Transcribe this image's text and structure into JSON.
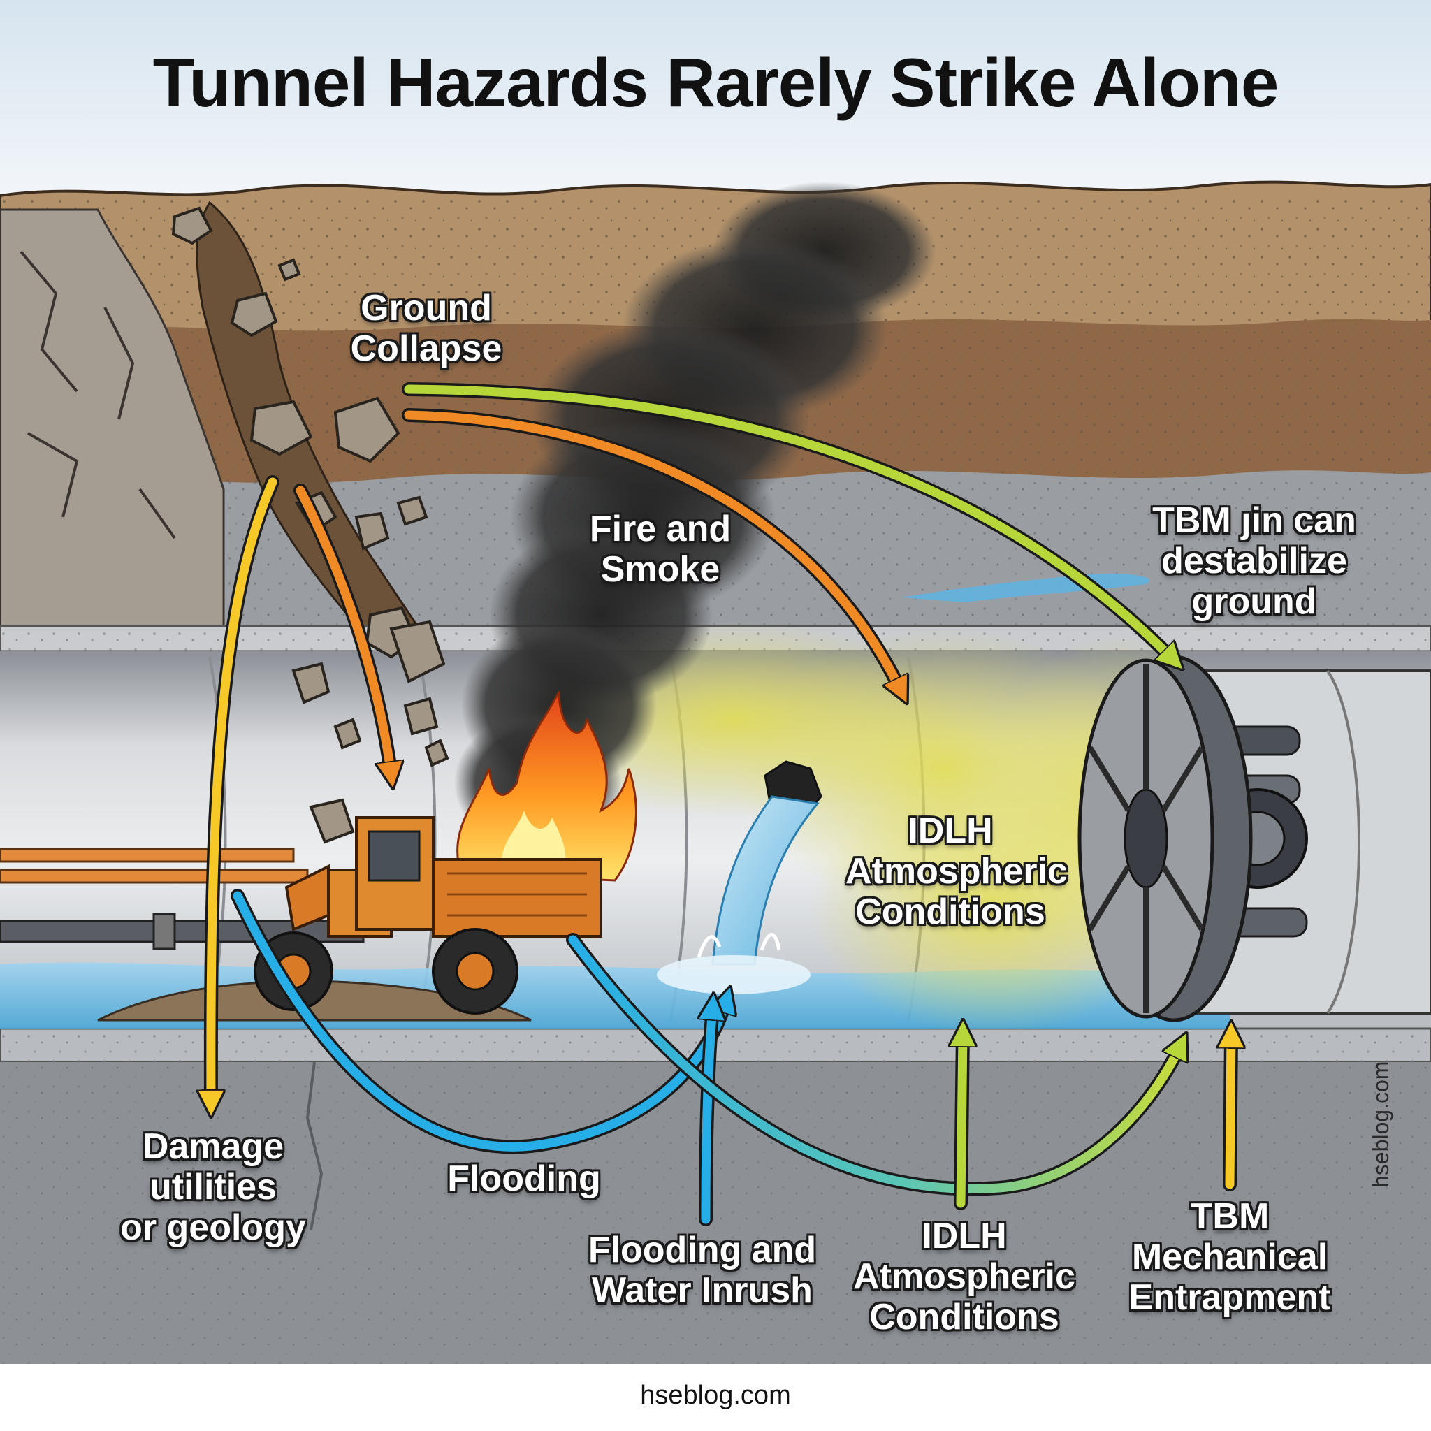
{
  "title": "Tunnel Hazards Rarely Strike Alone",
  "labels": {
    "ground_collapse": [
      "Ground",
      "Collapse"
    ],
    "fire_smoke": [
      "Fire and",
      "Smoke"
    ],
    "tbm_destabilize": [
      "TBM ȷin can",
      "destabilize",
      "ground"
    ],
    "idlh_upper": [
      "IDLH",
      "Atmospheric",
      "Conditions"
    ],
    "damage_utilities": [
      "Damage",
      "utilities",
      "or geology"
    ],
    "flooding": [
      "Flooding"
    ],
    "flooding_inrush": [
      "Flooding and",
      "Water Inrush"
    ],
    "idlh_lower": [
      "IDLH",
      "Atmospheric",
      "Conditions"
    ],
    "tbm_entrapment": [
      "TBM",
      "Mechanical",
      "Entrapment"
    ]
  },
  "watermark": "hseblog.com",
  "footer": "hseblog.com",
  "colors": {
    "orange_arrow": "#f08a24",
    "yellow_arrow": "#f6c928",
    "green_arrow": "#b7d63a",
    "blue_arrow": "#27aee6",
    "smoke": "#2b2b2b",
    "toxic_gas": "#d8d24a"
  }
}
